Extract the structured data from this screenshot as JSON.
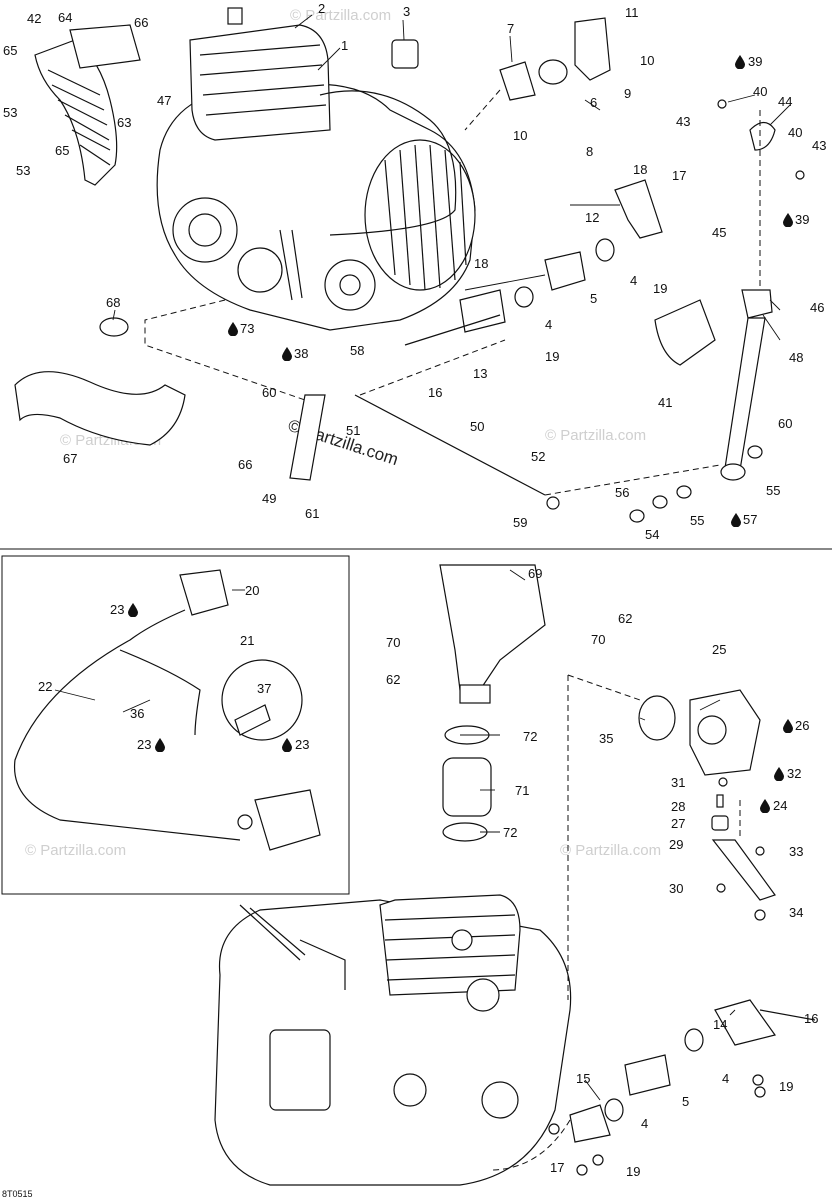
{
  "watermark": {
    "center": "© Partzilla.com",
    "tile": "© Partzilla.com"
  },
  "footer_code": "8T0515",
  "icons": {
    "drop": "drop-icon"
  },
  "callouts": [
    {
      "id": "c1",
      "label": "42"
    },
    {
      "id": "c2",
      "label": "64"
    },
    {
      "id": "c3",
      "label": "66"
    },
    {
      "id": "c4",
      "label": "65"
    },
    {
      "id": "c5",
      "label": "47"
    },
    {
      "id": "c6",
      "label": "53"
    },
    {
      "id": "c7",
      "label": "63"
    },
    {
      "id": "c8",
      "label": "65"
    },
    {
      "id": "c9",
      "label": "53"
    },
    {
      "id": "c10",
      "label": "2"
    },
    {
      "id": "c11",
      "label": "3"
    },
    {
      "id": "c12",
      "label": "1"
    },
    {
      "id": "c13",
      "label": "7"
    },
    {
      "id": "c14",
      "label": "11"
    },
    {
      "id": "c15",
      "label": "10"
    },
    {
      "id": "c16",
      "label": "9"
    },
    {
      "id": "c17",
      "label": "6"
    },
    {
      "id": "c18",
      "label": "10"
    },
    {
      "id": "c19",
      "label": "8"
    },
    {
      "id": "c20",
      "label": "39"
    },
    {
      "id": "c21",
      "label": "40"
    },
    {
      "id": "c22",
      "label": "44"
    },
    {
      "id": "c23",
      "label": "43"
    },
    {
      "id": "c24",
      "label": "40"
    },
    {
      "id": "c25",
      "label": "43"
    },
    {
      "id": "c26",
      "label": "39"
    },
    {
      "id": "c27",
      "label": "18"
    },
    {
      "id": "c28",
      "label": "17"
    },
    {
      "id": "c29",
      "label": "12"
    },
    {
      "id": "c30",
      "label": "4"
    },
    {
      "id": "c31",
      "label": "19"
    },
    {
      "id": "c32",
      "label": "45"
    },
    {
      "id": "c33",
      "label": "18"
    },
    {
      "id": "c34",
      "label": "5"
    },
    {
      "id": "c35",
      "label": "4"
    },
    {
      "id": "c36",
      "label": "46"
    },
    {
      "id": "c37",
      "label": "48"
    },
    {
      "id": "c38",
      "label": "41"
    },
    {
      "id": "c39",
      "label": "68"
    },
    {
      "id": "c40",
      "label": "73"
    },
    {
      "id": "c41",
      "label": "38"
    },
    {
      "id": "c42",
      "label": "13"
    },
    {
      "id": "c43",
      "label": "19"
    },
    {
      "id": "c44",
      "label": "16"
    },
    {
      "id": "c45",
      "label": "58"
    },
    {
      "id": "c46",
      "label": "60"
    },
    {
      "id": "c47",
      "label": "51"
    },
    {
      "id": "c48",
      "label": "50"
    },
    {
      "id": "c49",
      "label": "60"
    },
    {
      "id": "c50",
      "label": "67"
    },
    {
      "id": "c51",
      "label": "66"
    },
    {
      "id": "c52",
      "label": "49"
    },
    {
      "id": "c53",
      "label": "61"
    },
    {
      "id": "c54",
      "label": "52"
    },
    {
      "id": "c55",
      "label": "59"
    },
    {
      "id": "c56",
      "label": "56"
    },
    {
      "id": "c57",
      "label": "55"
    },
    {
      "id": "c58",
      "label": "54"
    },
    {
      "id": "c59",
      "label": "57"
    },
    {
      "id": "c60",
      "label": "55"
    },
    {
      "id": "c61",
      "label": "20"
    },
    {
      "id": "c62",
      "label": "23"
    },
    {
      "id": "c63",
      "label": "21"
    },
    {
      "id": "c64",
      "label": "22"
    },
    {
      "id": "c65",
      "label": "36"
    },
    {
      "id": "c66",
      "label": "37"
    },
    {
      "id": "c67",
      "label": "23"
    },
    {
      "id": "c68",
      "label": "23"
    },
    {
      "id": "c69",
      "label": "69"
    },
    {
      "id": "c70",
      "label": "62"
    },
    {
      "id": "c71",
      "label": "70"
    },
    {
      "id": "c72",
      "label": "70"
    },
    {
      "id": "c73",
      "label": "62"
    },
    {
      "id": "c74",
      "label": "25"
    },
    {
      "id": "c75",
      "label": "72"
    },
    {
      "id": "c76",
      "label": "35"
    },
    {
      "id": "c77",
      "label": "26"
    },
    {
      "id": "c78",
      "label": "71"
    },
    {
      "id": "c79",
      "label": "32"
    },
    {
      "id": "c80",
      "label": "31"
    },
    {
      "id": "c81",
      "label": "28"
    },
    {
      "id": "c82",
      "label": "24"
    },
    {
      "id": "c83",
      "label": "27"
    },
    {
      "id": "c84",
      "label": "72"
    },
    {
      "id": "c85",
      "label": "29"
    },
    {
      "id": "c86",
      "label": "33"
    },
    {
      "id": "c87",
      "label": "30"
    },
    {
      "id": "c88",
      "label": "34"
    },
    {
      "id": "c89",
      "label": "14"
    },
    {
      "id": "c90",
      "label": "16"
    },
    {
      "id": "c91",
      "label": "4"
    },
    {
      "id": "c92",
      "label": "19"
    },
    {
      "id": "c93",
      "label": "15"
    },
    {
      "id": "c94",
      "label": "5"
    },
    {
      "id": "c95",
      "label": "4"
    },
    {
      "id": "c96",
      "label": "17"
    },
    {
      "id": "c97",
      "label": "19"
    }
  ]
}
